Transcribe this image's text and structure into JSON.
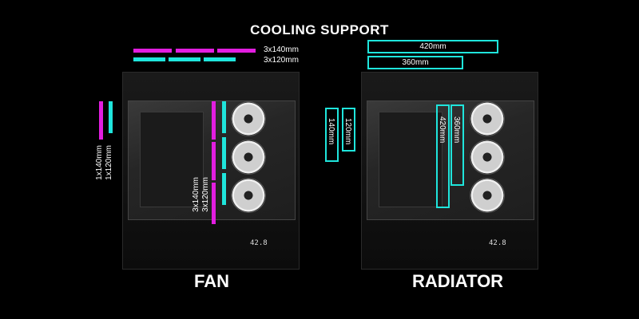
{
  "title": "COOLING SUPPORT",
  "colors": {
    "magenta": "#e21ee0",
    "cyan": "#1fe5dc",
    "background": "#000000"
  },
  "fan_panel": {
    "label": "FAN",
    "top_labels": [
      "3x140mm",
      "3x120mm"
    ],
    "rear_labels": [
      "1x120mm",
      "1x140mm"
    ],
    "side_labels": [
      "3x120mm",
      "3x140mm"
    ],
    "display": "42.8"
  },
  "radiator_panel": {
    "label": "RADIATOR",
    "top_labels": [
      "420mm",
      "360mm"
    ],
    "rear_labels": [
      "140mm",
      "120mm"
    ],
    "side_labels": [
      "420mm",
      "360mm"
    ],
    "display": "42.8"
  }
}
